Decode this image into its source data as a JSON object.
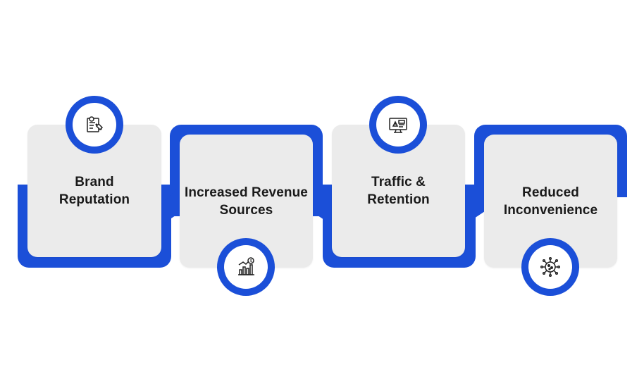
{
  "colors": {
    "accent": "#1b4fd8",
    "card": "#ebebeb",
    "text": "#1a1a1a"
  },
  "steps": [
    {
      "title": "Brand\nReputation",
      "icon": "reputation-report-icon"
    },
    {
      "title": "Increased Revenue\nSources",
      "icon": "revenue-growth-icon"
    },
    {
      "title": "Traffic &\nRetention",
      "icon": "traffic-monitor-icon"
    },
    {
      "title": "Reduced\nInconvenience",
      "icon": "virus-icon"
    }
  ]
}
